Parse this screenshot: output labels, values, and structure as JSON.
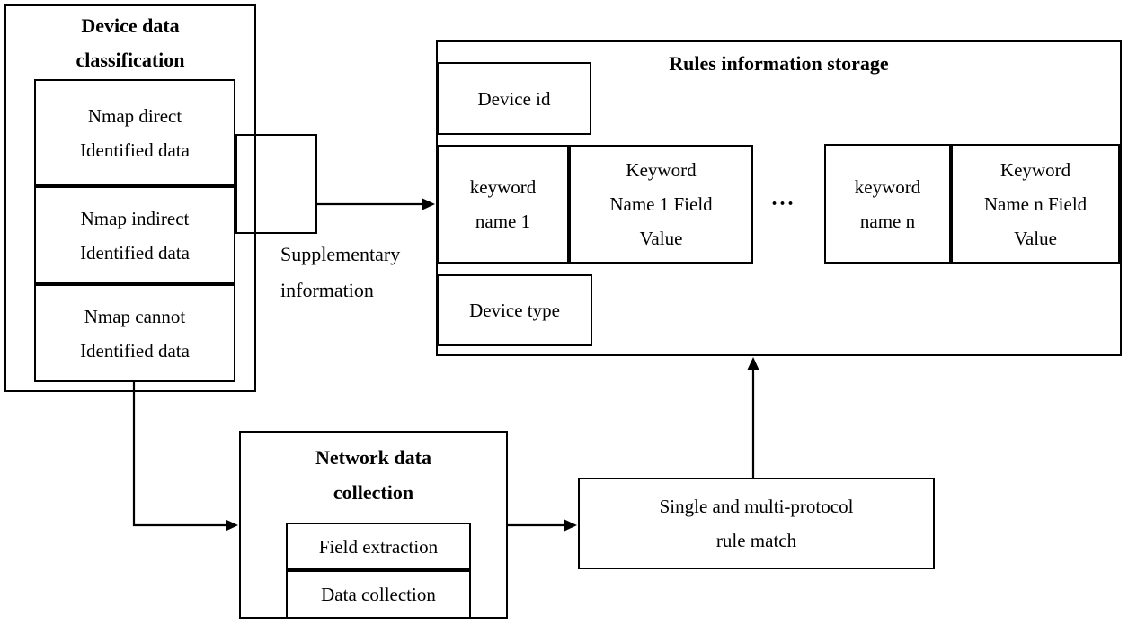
{
  "colors": {
    "background": "#ffffff",
    "line": "#000000",
    "text": "#000000"
  },
  "device_classification": {
    "title": [
      "Device data",
      "classification"
    ],
    "boxes": [
      {
        "line1": "Nmap direct",
        "line2": "Identified data"
      },
      {
        "line1": "Nmap indirect",
        "line2": "Identified data"
      },
      {
        "line1": "Nmap cannot",
        "line2": "Identified data"
      }
    ]
  },
  "supplementary_label": {
    "line1": "Supplementary",
    "line2": "information"
  },
  "rules_storage": {
    "title": "Rules information storage",
    "device_id": "Device id",
    "keyword_name_1": {
      "line1": "keyword",
      "line2": "name 1"
    },
    "keyword_name_1_value": {
      "line1": "Keyword",
      "line2": "Name 1 Field",
      "line3": "Value"
    },
    "ellipsis": "···",
    "keyword_name_n": {
      "line1": "keyword",
      "line2": "name n"
    },
    "keyword_name_n_value": {
      "line1": "Keyword",
      "line2": "Name n Field",
      "line3": "Value"
    },
    "device_type": "Device type"
  },
  "network_collection": {
    "title": [
      "Network data",
      "collection"
    ],
    "boxes": [
      "Field extraction",
      "Data collection"
    ]
  },
  "rule_match": {
    "line1": "Single and multi-protocol",
    "line2": "rule match"
  }
}
